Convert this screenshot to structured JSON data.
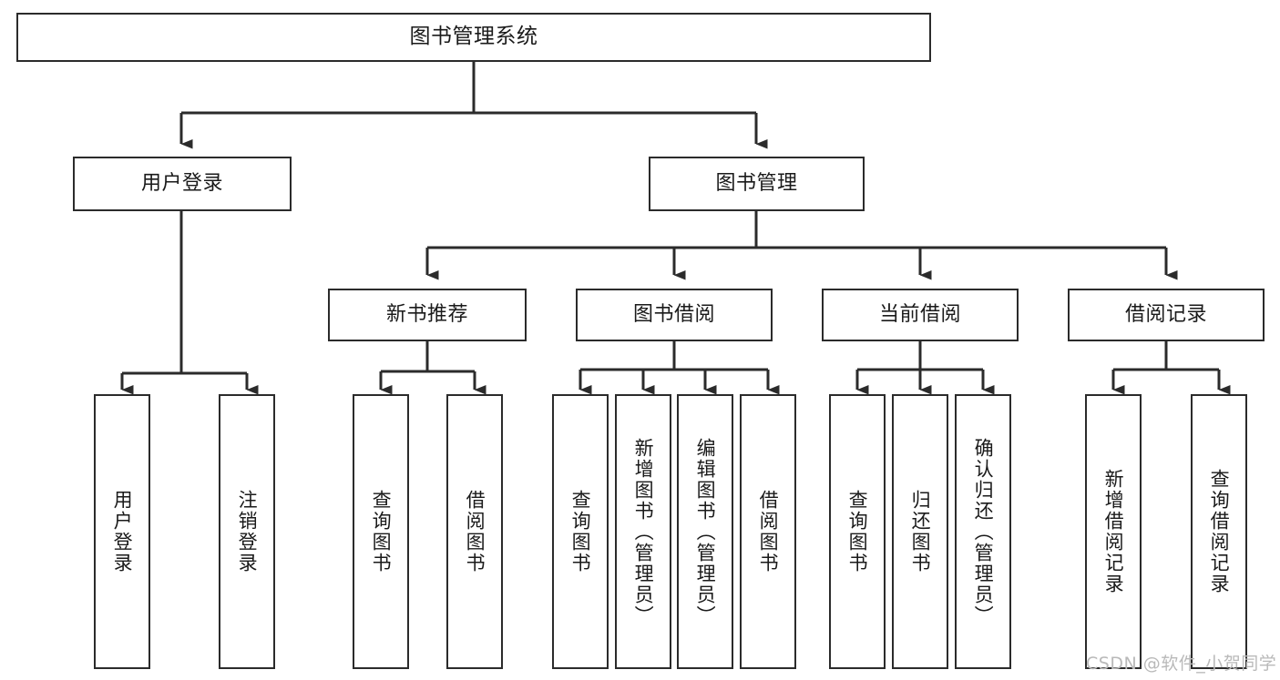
{
  "diagram": {
    "type": "tree",
    "title": "图书管理系统",
    "colors": {
      "stroke": "#2b2b2b",
      "fill": "#ffffff",
      "text": "#1a1a1a",
      "watermark": "#b9b9b9"
    },
    "nodes": {
      "root": {
        "label": "图书管理系统"
      },
      "level2": [
        {
          "id": "user-login",
          "label": "用户登录"
        },
        {
          "id": "book-manage",
          "label": "图书管理"
        }
      ],
      "level3": [
        {
          "id": "new-book-recommend",
          "label": "新书推荐"
        },
        {
          "id": "book-borrow",
          "label": "图书借阅"
        },
        {
          "id": "current-borrow",
          "label": "当前借阅"
        },
        {
          "id": "borrow-record",
          "label": "借阅记录"
        }
      ],
      "leaves": {
        "user_login": [
          {
            "id": "leaf-user-login",
            "label": "用户登录"
          },
          {
            "id": "leaf-logout",
            "label": "注销登录"
          }
        ],
        "new_book_recommend": [
          {
            "id": "leaf-query-book-1",
            "label": "查询图书"
          },
          {
            "id": "leaf-borrow-book-1",
            "label": "借阅图书"
          }
        ],
        "book_borrow": [
          {
            "id": "leaf-query-book-2",
            "label": "查询图书"
          },
          {
            "id": "leaf-add-book",
            "label": "新增图书（管理员）"
          },
          {
            "id": "leaf-edit-book",
            "label": "编辑图书（管理员）"
          },
          {
            "id": "leaf-borrow-book-2",
            "label": "借阅图书"
          }
        ],
        "current_borrow": [
          {
            "id": "leaf-query-book-3",
            "label": "查询图书"
          },
          {
            "id": "leaf-return-book",
            "label": "归还图书"
          },
          {
            "id": "leaf-confirm-return",
            "label": "确认归还（管理员）"
          }
        ],
        "borrow_record": [
          {
            "id": "leaf-add-record",
            "label": "新增借阅记录"
          },
          {
            "id": "leaf-query-record",
            "label": "查询借阅记录"
          }
        ]
      }
    },
    "watermark": "CSDN @软件_小贺同学"
  }
}
